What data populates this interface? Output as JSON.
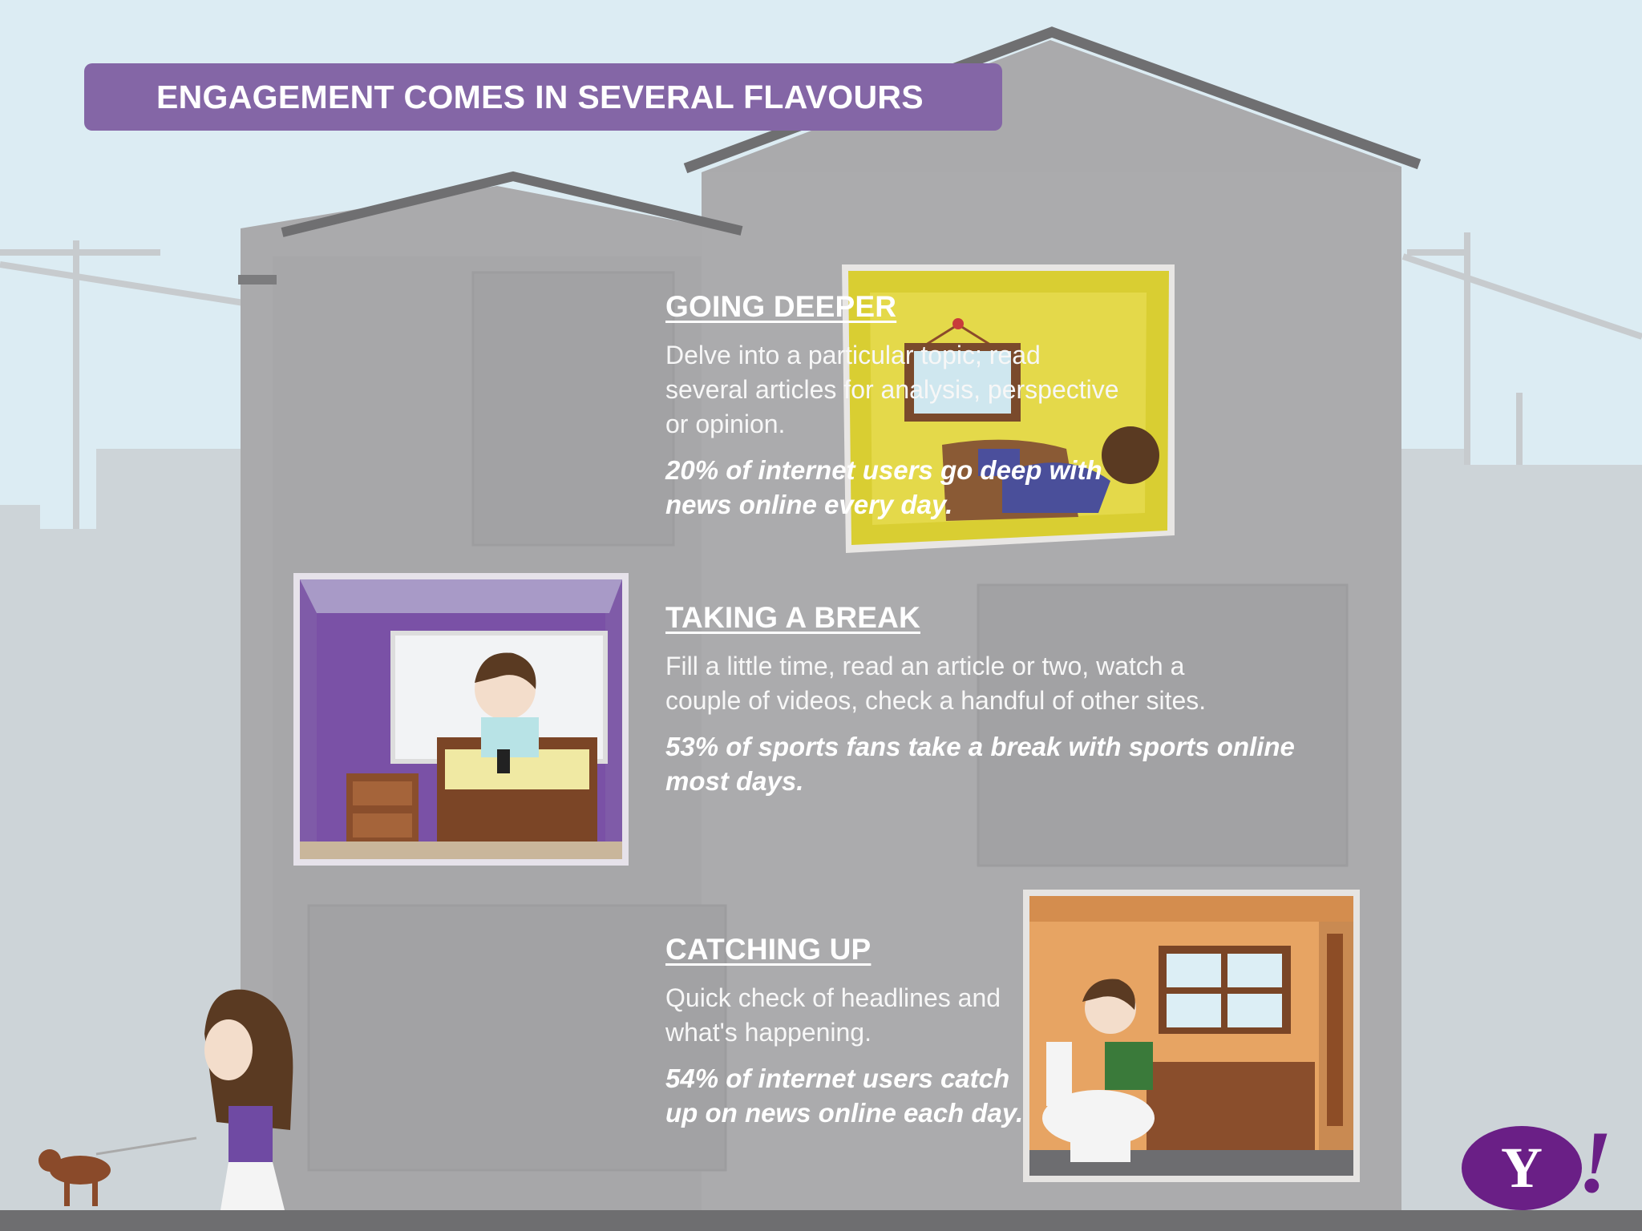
{
  "title": "ENGAGEMENT COMES IN SEVERAL FLAVOURS",
  "sections": [
    {
      "heading": "GOING DEEPER",
      "body_lines": [
        "Delve into a particular topic; read",
        "several articles  for analysis, perspective",
        "or opinion."
      ],
      "stat_lines": [
        "20% of internet users go deep with",
        "news online every day."
      ]
    },
    {
      "heading": "TAKING A BREAK",
      "body_lines": [
        "Fill a little time, read an article or two, watch a",
        "couple of videos, check a handful of other sites."
      ],
      "stat_lines": [
        "53% of sports fans take a break with sports online",
        "most days."
      ]
    },
    {
      "heading": "CATCHING UP",
      "body_lines": [
        "Quick check of headlines  and",
        "what's happening."
      ],
      "stat_lines": [
        "54% of internet users catch",
        "up on news online each day."
      ]
    }
  ],
  "logo": {
    "letter": "Y",
    "mark": "!"
  },
  "colors": {
    "title_bar": "#8466a6",
    "house": "#aaaaac",
    "sky": "#dcecf3",
    "logo": "#6a1f86"
  }
}
